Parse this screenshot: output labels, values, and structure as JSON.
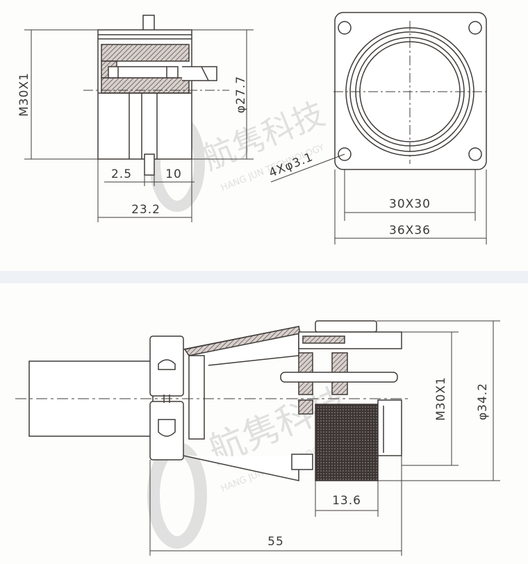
{
  "top_drawing": {
    "side_view": {
      "thread_label": "M30X1",
      "diameter_label": "φ27.7",
      "dim_a": "2.5",
      "dim_b": "10",
      "length_label": "23.2"
    },
    "front_view": {
      "hole_label": "4Xφ3.1",
      "inner_square_label": "30X30",
      "outer_square_label": "36X36"
    }
  },
  "bottom_drawing": {
    "thread_label": "M30X1",
    "diameter_label": "φ34.2",
    "nut_width_label": "13.6",
    "overall_length_label": "55"
  },
  "watermark": {
    "brand_cn": "航隽科技",
    "brand_en": "HANG JUN TECHNOLOGY"
  },
  "colors": {
    "line": "#3f3b38",
    "hatch": "#5a5350",
    "watermark": "#c9c9c9"
  }
}
